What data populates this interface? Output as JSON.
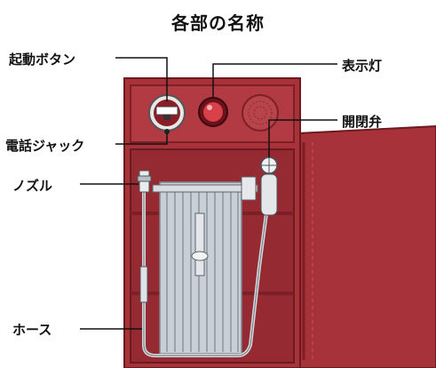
{
  "title": "各部の名称",
  "labels": {
    "start_button": "起動ボタン",
    "indicator_light": "表示灯",
    "valve": "開閉弁",
    "phone_jack": "電話ジャック",
    "nozzle": "ノズル",
    "hose": "ホース"
  },
  "colors": {
    "cabinet": "#a8323a",
    "cabinet_dark": "#7e1f27",
    "hose": "#c9cfd6",
    "leader": "#111111"
  }
}
